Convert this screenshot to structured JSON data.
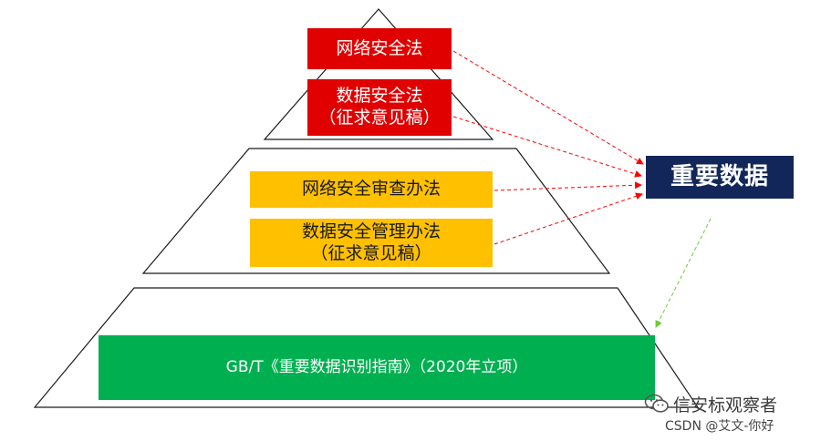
{
  "pyramid": {
    "top": {
      "items": [
        {
          "lines": [
            "网络安全法"
          ]
        },
        {
          "lines": [
            "数据安全法",
            "（征求意见稿）"
          ]
        }
      ]
    },
    "middle": {
      "items": [
        {
          "lines": [
            "网络安全审查办法"
          ]
        },
        {
          "lines": [
            "数据安全管理办法",
            "（征求意见稿）"
          ]
        }
      ]
    },
    "bottom": {
      "label": "GB/T《重要数据识别指南》（2020年立项）"
    }
  },
  "important_data": {
    "label": "重要数据"
  },
  "watermark": {
    "account": "信安标观察者",
    "credit": "CSDN @艾文-你好"
  },
  "colors": {
    "red_box": "#e00000",
    "orange_box": "#ffc000",
    "green_box": "#00b050",
    "navy_box": "#12265a",
    "red_arrow": "#ff0000",
    "green_arrow": "#66cc33"
  },
  "icons": {
    "watermark": "wechat-icon"
  }
}
